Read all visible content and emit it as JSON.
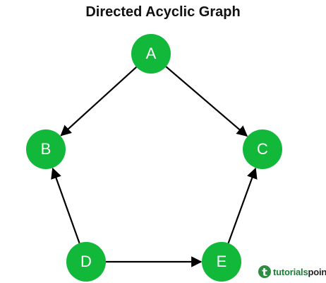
{
  "title": "Directed Acyclic Graph",
  "node_color": "#12b83a",
  "node_label_color": "#ffffff",
  "edge_color": "#000000",
  "nodes": [
    {
      "id": "A",
      "label": "A"
    },
    {
      "id": "B",
      "label": "B"
    },
    {
      "id": "C",
      "label": "C"
    },
    {
      "id": "D",
      "label": "D"
    },
    {
      "id": "E",
      "label": "E"
    }
  ],
  "edges": [
    {
      "from": "A",
      "to": "B"
    },
    {
      "from": "A",
      "to": "C"
    },
    {
      "from": "D",
      "to": "B"
    },
    {
      "from": "D",
      "to": "E"
    },
    {
      "from": "E",
      "to": "C"
    }
  ],
  "brand": {
    "prefix": "tutorials",
    "suffix": "point",
    "icon": "tutorialspoint-logo-icon",
    "prefix_color": "#1f7a3a",
    "suffix_color": "#222222"
  }
}
